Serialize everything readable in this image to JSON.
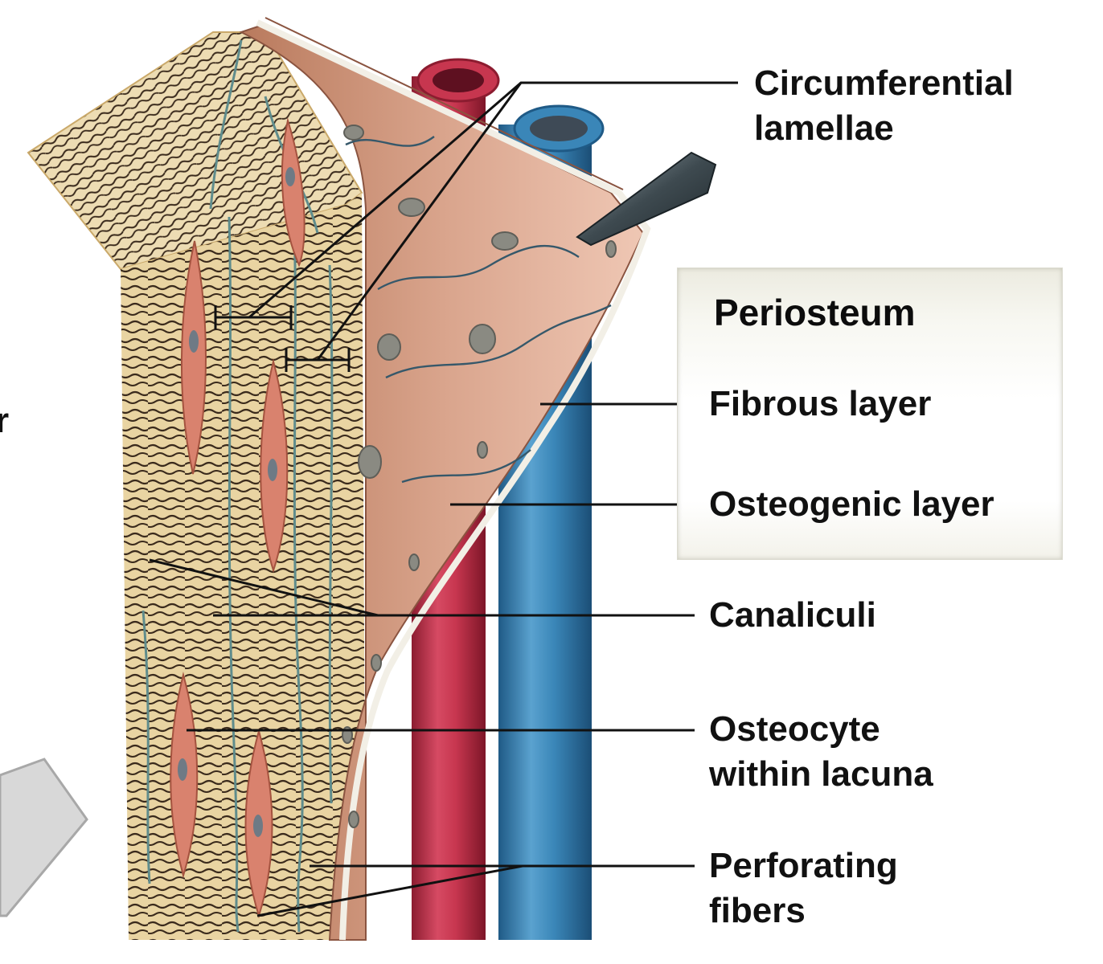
{
  "labels": {
    "circumferential_lamellae": [
      "Circumferential",
      "lamellae"
    ],
    "periosteum": "Periosteum",
    "fibrous_layer": "Fibrous layer",
    "osteogenic_layer": "Osteogenic layer",
    "canaliculi": "Canaliculi",
    "osteocyte_within_lacuna": [
      "Osteocyte",
      "within lacuna"
    ],
    "perforating_fibers": [
      "Perforating",
      "fibers"
    ],
    "edge_fragment": "r"
  },
  "colors": {
    "bone": "#e9d4a2",
    "bone_line": "#3a2a1c",
    "canal": "#5f8c8c",
    "periosteum": "#d9a48c",
    "osteocyte": "#d9826e",
    "artery": "#c7364f",
    "vein": "#3a86b8",
    "leader": "#111111"
  }
}
